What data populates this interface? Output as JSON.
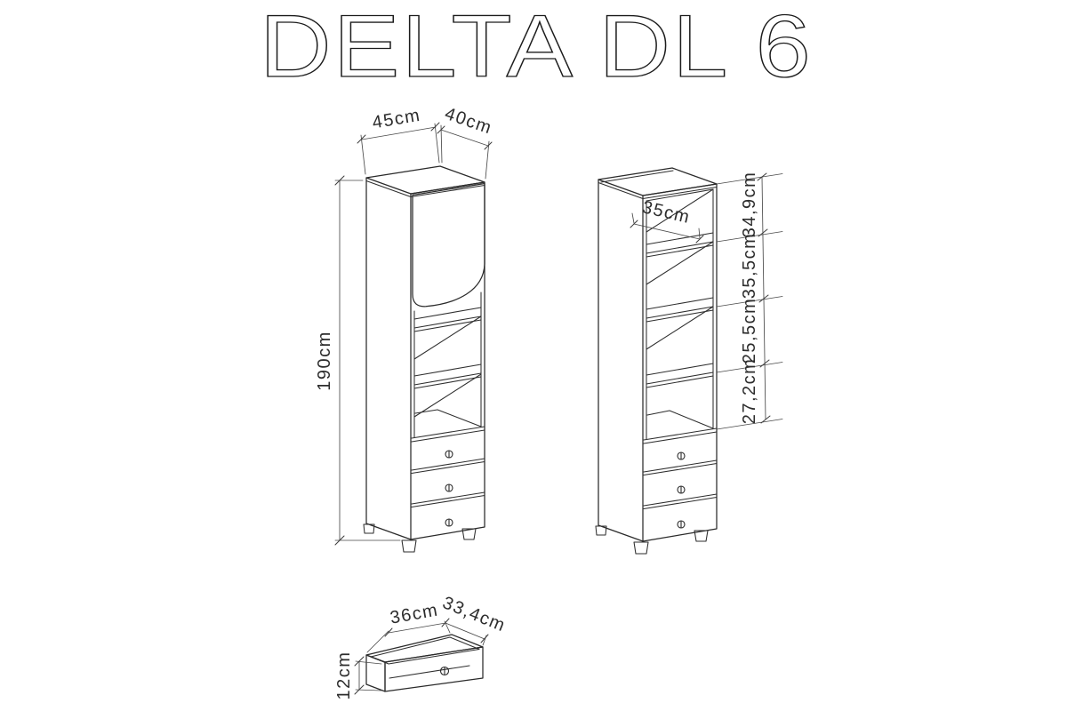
{
  "title": "DELTA DL 6",
  "left_cabinet": {
    "width_label": "45cm",
    "depth_label": "40cm",
    "height_label": "190cm"
  },
  "right_cabinet": {
    "inner_width_label": "35cm",
    "section_labels": [
      "34,9cm",
      "35,5cm",
      "25,5cm",
      "27,2cm"
    ]
  },
  "drawer_detail": {
    "width_label": "36cm",
    "depth_label": "33,4cm",
    "height_label": "12cm"
  },
  "colors": {
    "background": "#ffffff",
    "line": "#2a2a2a",
    "dimension": "#4a4a4a"
  }
}
